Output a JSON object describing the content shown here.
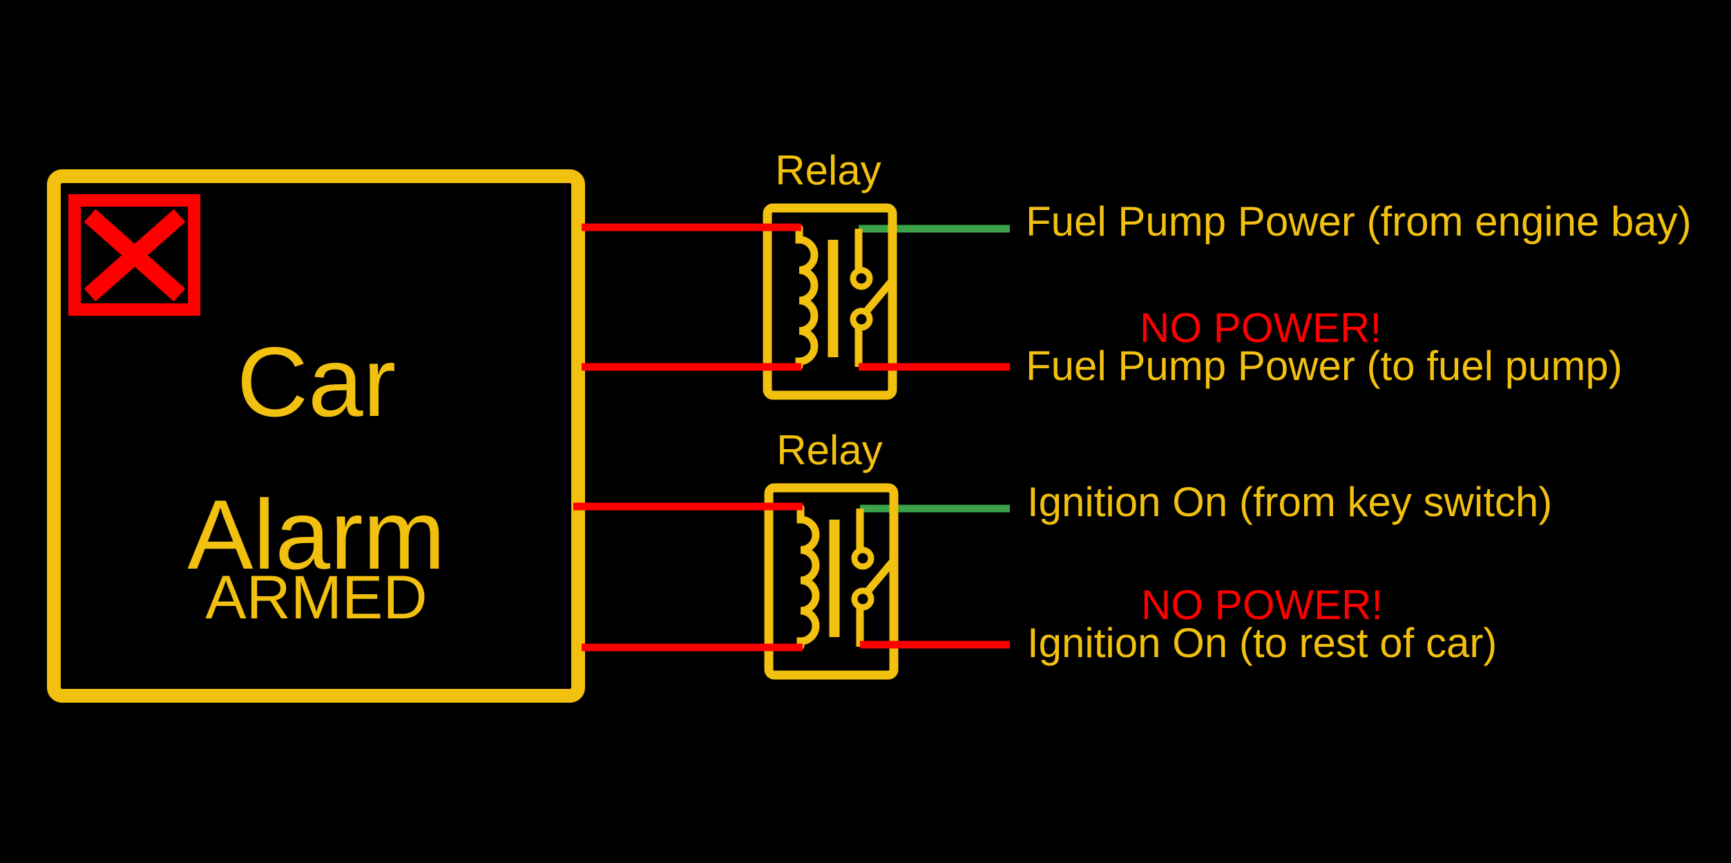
{
  "colors": {
    "background": "#000000",
    "gold": "#F2C00E",
    "red": "#FF0000",
    "green": "#3AA34A"
  },
  "alarm_module": {
    "name_line1": "Car",
    "name_line2": "Alarm",
    "status": "ARMED"
  },
  "fuel_circuit": {
    "relay_label": "Relay",
    "input_label": "Fuel Pump Power (from engine bay)",
    "warning_label": "NO POWER!",
    "output_label": "Fuel Pump Power (to fuel pump)"
  },
  "ignition_circuit": {
    "relay_label": "Relay",
    "input_label": "Ignition On (from key switch)",
    "warning_label": "NO POWER!",
    "output_label": "Ignition On (to rest of car)"
  }
}
